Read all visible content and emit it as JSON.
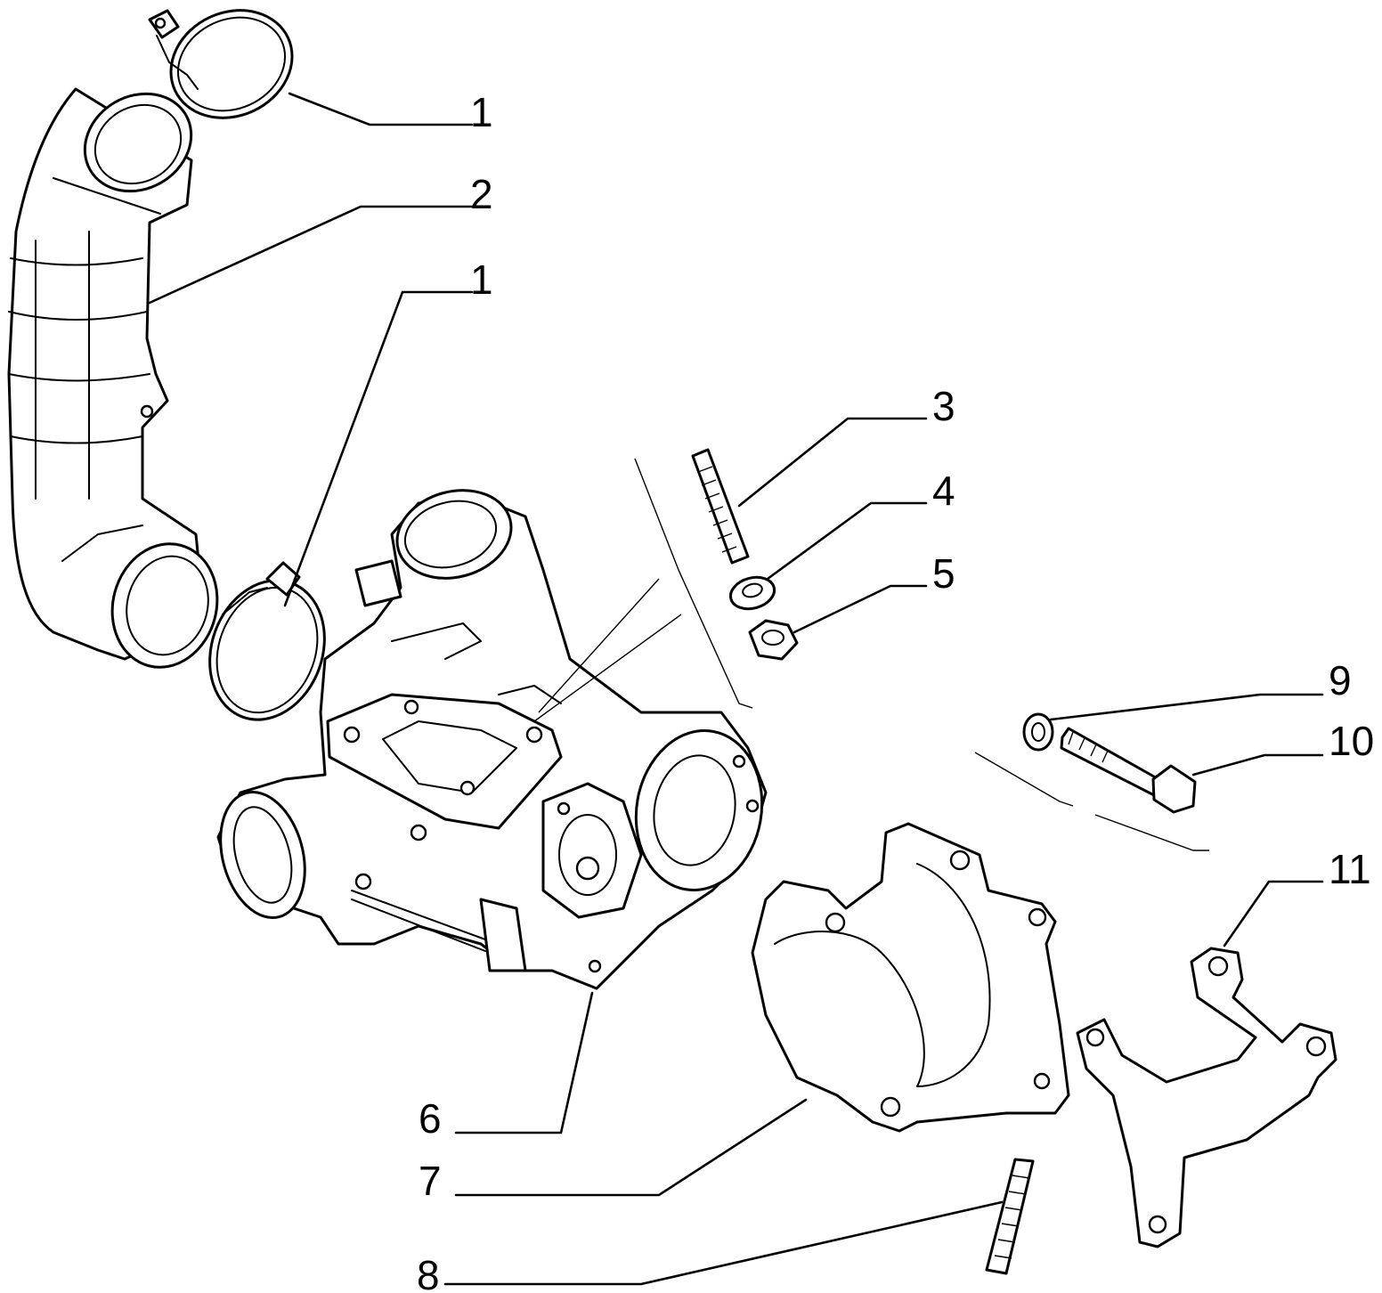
{
  "callouts": [
    {
      "key": "c1a",
      "label": "1"
    },
    {
      "key": "c2",
      "label": "2"
    },
    {
      "key": "c1b",
      "label": "1"
    },
    {
      "key": "c3",
      "label": "3"
    },
    {
      "key": "c4",
      "label": "4"
    },
    {
      "key": "c5",
      "label": "5"
    },
    {
      "key": "c9",
      "label": "9"
    },
    {
      "key": "c10",
      "label": "10"
    },
    {
      "key": "c11",
      "label": "11"
    },
    {
      "key": "c6",
      "label": "6"
    },
    {
      "key": "c7",
      "label": "7"
    },
    {
      "key": "c8",
      "label": "8"
    }
  ]
}
